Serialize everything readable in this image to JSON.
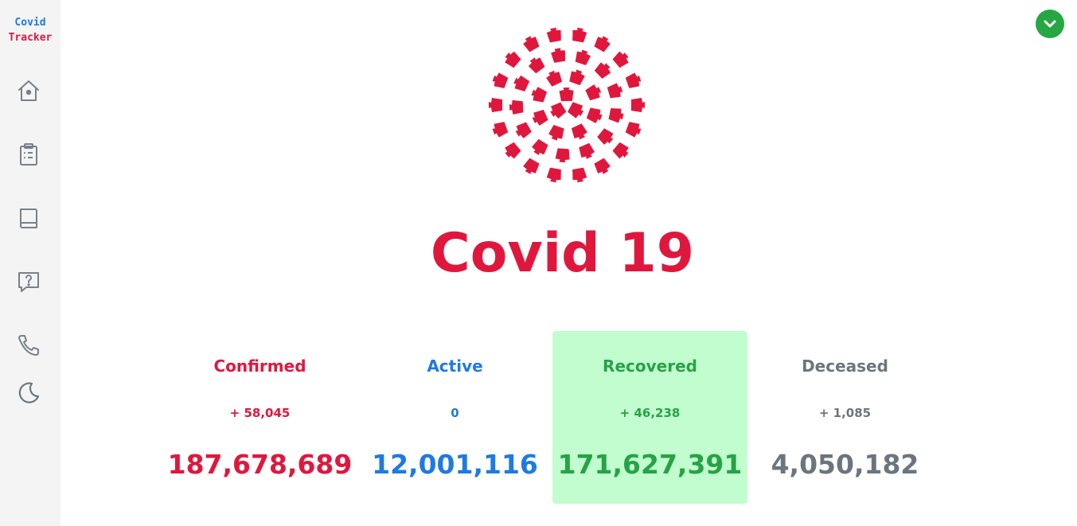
{
  "brand": {
    "line1": "Covid",
    "line2": "Tracker"
  },
  "nav": [
    {
      "name": "home-icon"
    },
    {
      "name": "clipboard-icon"
    },
    {
      "name": "book-icon"
    },
    {
      "name": "help-icon"
    },
    {
      "name": "phone-icon"
    },
    {
      "name": "moon-icon"
    }
  ],
  "title": "Covid 19",
  "colors": {
    "confirmed": "#e0173d",
    "active": "#1f7ae0",
    "recovered": "#27a244",
    "recovered_bg": "#c2fdd0",
    "deceased": "#6c757d",
    "toggle": "#26a744"
  },
  "stats": {
    "confirmed": {
      "label": "Confirmed",
      "delta": "+ 58,045",
      "total": "187,678,689"
    },
    "active": {
      "label": "Active",
      "delta": "0",
      "total": "12,001,116"
    },
    "recovered": {
      "label": "Recovered",
      "delta": "+ 46,238",
      "total": "171,627,391"
    },
    "deceased": {
      "label": "Deceased",
      "delta": "+ 1,085",
      "total": "4,050,182"
    }
  }
}
